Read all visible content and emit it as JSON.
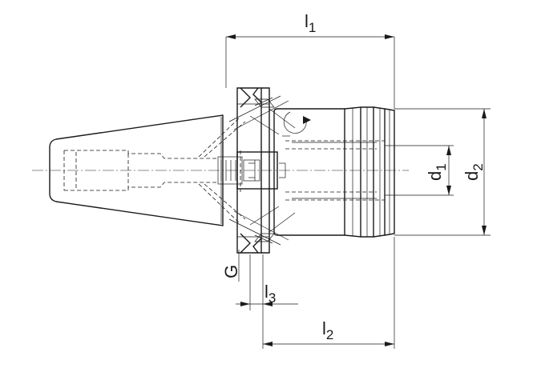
{
  "labels": {
    "l1": {
      "main": "l",
      "sub": "1"
    },
    "l2": {
      "main": "l",
      "sub": "2"
    },
    "l3": {
      "main": "l",
      "sub": "3"
    },
    "d1": {
      "main": "d",
      "sub": "1"
    },
    "d2": {
      "main": "d",
      "sub": "2"
    },
    "G": "G"
  }
}
